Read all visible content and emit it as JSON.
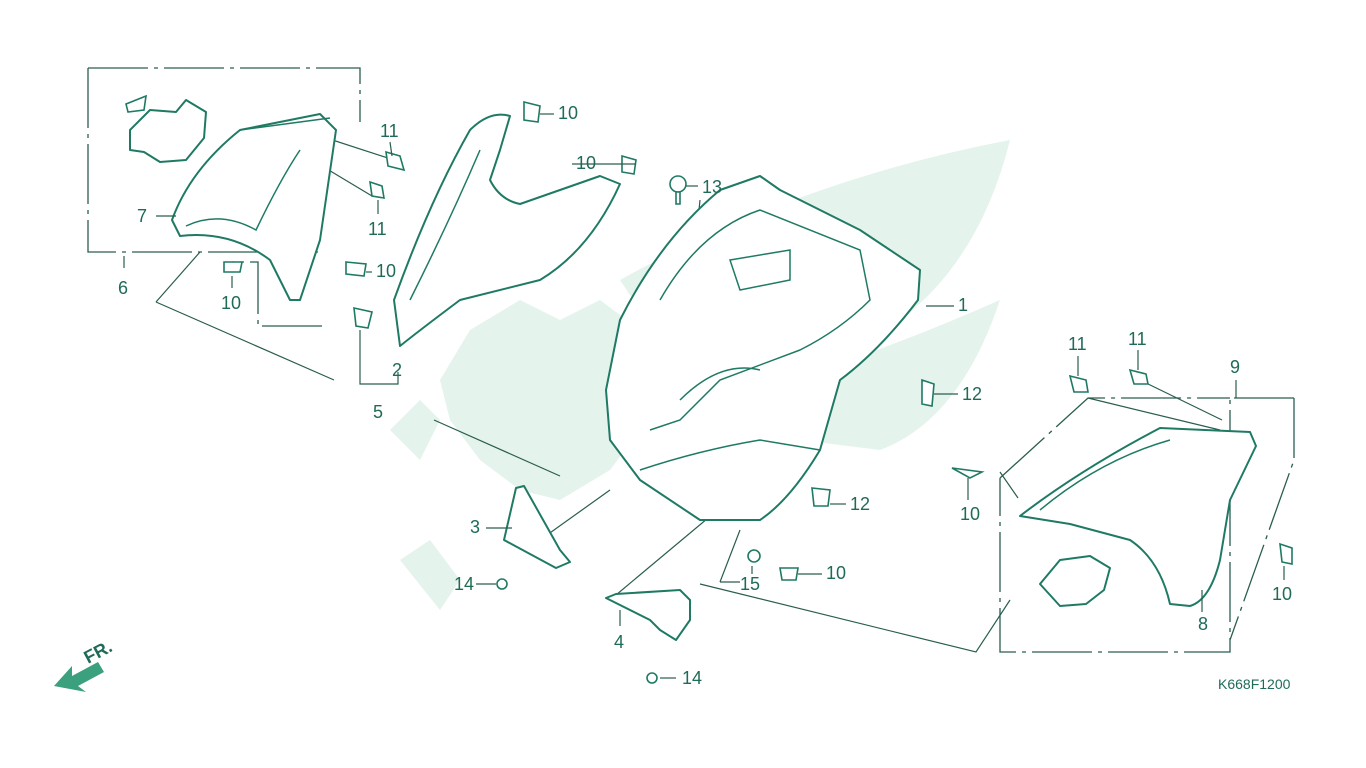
{
  "diagram": {
    "drawing_code": "K668F1200",
    "direction_marker": "FR.",
    "callouts": [
      {
        "key": "c1",
        "text": "1"
      },
      {
        "key": "c2",
        "text": "2"
      },
      {
        "key": "c3",
        "text": "3"
      },
      {
        "key": "c4",
        "text": "4"
      },
      {
        "key": "c5",
        "text": "5"
      },
      {
        "key": "c6",
        "text": "6"
      },
      {
        "key": "c7",
        "text": "7"
      },
      {
        "key": "c8",
        "text": "8"
      },
      {
        "key": "c9",
        "text": "9"
      },
      {
        "key": "c10",
        "text": "10"
      },
      {
        "key": "c11",
        "text": "11"
      },
      {
        "key": "c12",
        "text": "12"
      },
      {
        "key": "c13",
        "text": "13"
      },
      {
        "key": "c14",
        "text": "14"
      },
      {
        "key": "c15",
        "text": "15"
      }
    ],
    "colors": {
      "line": "#1f7a64",
      "label": "#1f6b58",
      "watermark": "#e4f3ec",
      "arrow": "#3aa07e"
    }
  }
}
